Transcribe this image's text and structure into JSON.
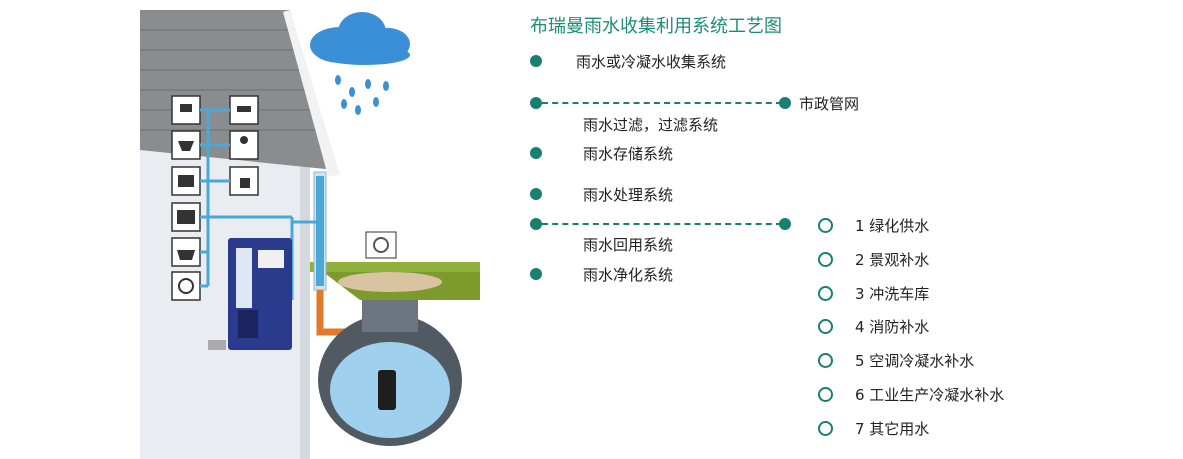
{
  "title": "布瑞曼雨水收集利用系统工艺图",
  "systems": [
    {
      "label": "雨水或冷凝水收集系统"
    },
    {
      "label": "雨水过滤，过滤系统"
    },
    {
      "label": "雨水存储系统"
    },
    {
      "label": "雨水处理系统"
    },
    {
      "label": "雨水回用系统"
    },
    {
      "label": "雨水净化系统"
    }
  ],
  "municipal": {
    "label": "市政管网"
  },
  "uses": [
    {
      "label": "1 绿化供水"
    },
    {
      "label": "2 景观补水"
    },
    {
      "label": "3 冲洗车库"
    },
    {
      "label": "4 消防补水"
    },
    {
      "label": "5 空调冷凝水补水"
    },
    {
      "label": "6 工业生产冷凝水补水"
    },
    {
      "label": "7 其它用水"
    }
  ],
  "colors": {
    "accent": "#18806e",
    "title": "#1f8c7a",
    "cloud": "#3a8fd6",
    "pipe": "#4aa8d8",
    "tank": "#2a3a8c"
  },
  "icons": [
    "toilet-icon",
    "bathtub-icon",
    "washbasin-icon",
    "shower-icon",
    "radiator-icon",
    "faucet-icon",
    "dishwasher-icon",
    "sink-icon",
    "washing-machine-icon",
    "cloud-icon",
    "rain-icon",
    "filter-icon"
  ]
}
